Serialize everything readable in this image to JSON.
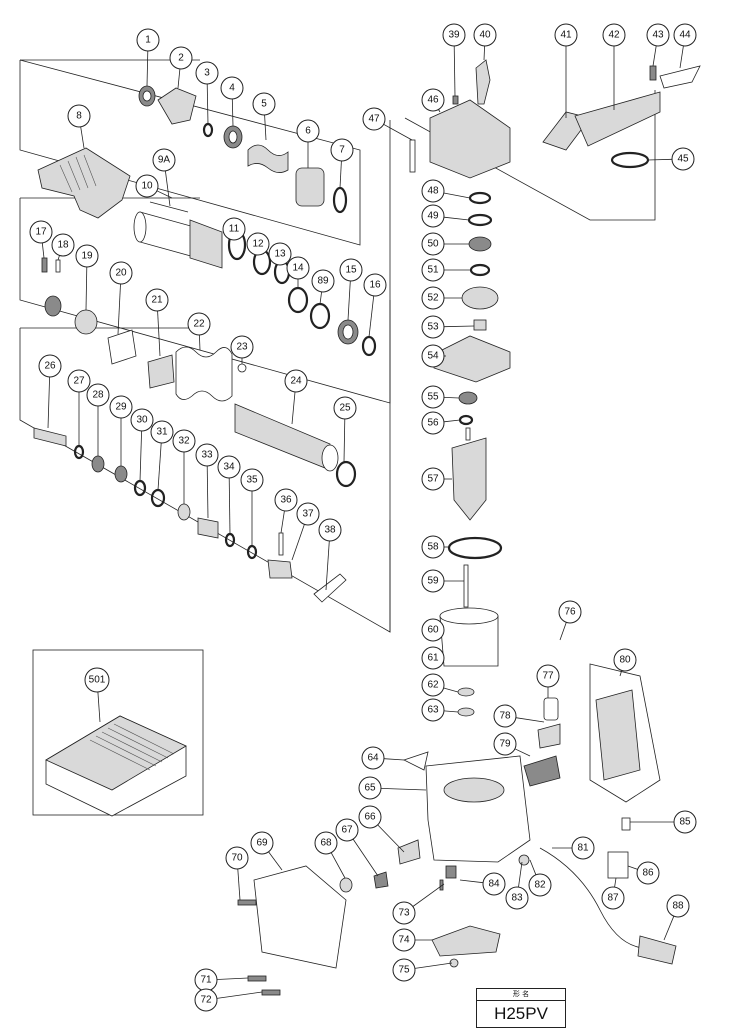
{
  "labels": [
    "1",
    "2",
    "3",
    "4",
    "5",
    "6",
    "7",
    "8",
    "9A",
    "10",
    "11",
    "12",
    "13",
    "14",
    "89",
    "15",
    "16",
    "17",
    "18",
    "19",
    "20",
    "21",
    "22",
    "23",
    "24",
    "25",
    "26",
    "27",
    "28",
    "29",
    "30",
    "31",
    "32",
    "33",
    "34",
    "35",
    "36",
    "37",
    "38",
    "39",
    "40",
    "41",
    "42",
    "43",
    "44",
    "45",
    "46",
    "47",
    "48",
    "49",
    "50",
    "51",
    "52",
    "53",
    "54",
    "55",
    "56",
    "57",
    "58",
    "59",
    "60",
    "61",
    "62",
    "63",
    "64",
    "65",
    "66",
    "67",
    "68",
    "69",
    "70",
    "71",
    "72",
    "73",
    "74",
    "75",
    "76",
    "77",
    "78",
    "79",
    "80",
    "81",
    "82",
    "83",
    "84",
    "85",
    "86",
    "87",
    "88",
    "501"
  ],
  "model_box": {
    "caption": "形 名",
    "model": "H25PV"
  }
}
